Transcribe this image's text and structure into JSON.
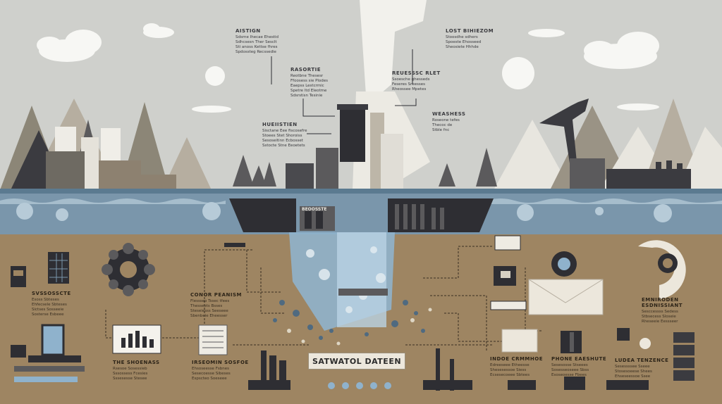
{
  "colors": {
    "sky": "#cfd0cc",
    "water": "#7a96ab",
    "water_dark": "#3f6177",
    "ground": "#9e8562",
    "ink": "#2e2e33",
    "center_box": "#ece7dc"
  },
  "icons": [
    "cloud-icon",
    "sun-icon",
    "mountain-icon",
    "pine-tree-icon",
    "factory-icon",
    "water-tower-icon",
    "crane-icon",
    "solar-panel-icon",
    "gear-cluster-icon",
    "bar-chart-icon",
    "document-icon",
    "envelope-icon",
    "gauge-icon",
    "pipe-icon"
  ],
  "labels": {
    "top_left": {
      "title": "AISTIGN",
      "body": [
        "Sdsrne Ihecae Ehestid",
        "Sdhcsesn Ther Sesclt",
        "Sti anoss Kettse fhres",
        "Spdossteg Recssedie"
      ]
    },
    "top_mid": {
      "title": "Rasortie",
      "body": [
        "Reotbne Thesesr",
        "Ffoosess sie Plodes",
        "Eaepss Lestcrmic",
        "Spetre ltd Eleotme",
        "Sdsrstisn Tesinie"
      ]
    },
    "top_right": {
      "title": "LOST BIHIEZOM",
      "body": [
        "Stoosdhe sdhers",
        "Spoeste Ehosseed",
        "Sheosiete Hhhde"
      ]
    },
    "right_mid": {
      "title": "Reuesssc Rlet",
      "body": [
        "Ssoesche ghesseds",
        "Feseres Sreesses",
        "Rheossee Mpetes"
      ]
    },
    "far_right": {
      "title": "WEASHESS",
      "body": [
        "Roseone tefes",
        "Thecoc de",
        "Stble fnc"
      ]
    },
    "mid_left": {
      "title": "HUEIISTIEN",
      "body": [
        "Sisctane Eee fiscosefre",
        "Stoees Stet Shoroiss",
        "Sesoseitinn Ecbosset",
        "Sstocte Stne Eeoetets"
      ]
    },
    "ground_left": {
      "title": "SVSSOSSCTE",
      "body": [
        "Esoss Sbteses",
        "Ehfecsele Sbteses",
        "Sictses Sosseeie",
        "Sosterse Esbeee"
      ]
    },
    "ground_mid": {
      "title": "CONOR PEANISM",
      "body": [
        "Flessseo Tssec tfees",
        "Thesseets Bsses",
        "Steseiesss Seeseee",
        "Sbenbeie Eheesser"
      ]
    },
    "ground_right": {
      "title": "EMNIRODEN ESDNISSIANT",
      "body": [
        "Sesccessss Sedess",
        "Stbsecess Sloseie",
        "Rheseeie Eessseer"
      ]
    },
    "bottom_left": {
      "title": "THE SHOENASS",
      "body": [
        "Rsesoe Sosessieb",
        "Sssossess Fcesies",
        "Sssesesse Stesee"
      ]
    },
    "bottom_mid_left": {
      "title": "IRSEOMIN SOSFOE",
      "body": [
        "Ehsoseesse Fsbnes",
        "Sesecoesse Sibeses",
        "Espscteo Soeseee"
      ]
    },
    "bottom_mid_right": {
      "title": "INDOE CRMMHOE",
      "body": [
        "Edreeseee Etheesse",
        "Shesesessoe Siess",
        "Ecsesecoeee Sbtees"
      ]
    },
    "bottom_right": {
      "title": "PHONE EAESHUTE",
      "body": [
        "Sesesosse Stseees",
        "Sosesseoseee Sbss",
        "Esoseoesse Fbees"
      ]
    },
    "bottom_far_right": {
      "title": "LUDEA TENZENCE",
      "body": [
        "Sesessssee Sseee",
        "Stosesoeese Shees",
        "Ehseseessoe Ssee"
      ]
    },
    "panel_label": "BEOOSSTE"
  },
  "center_box": {
    "label": "SATWATOL DATEEN"
  }
}
